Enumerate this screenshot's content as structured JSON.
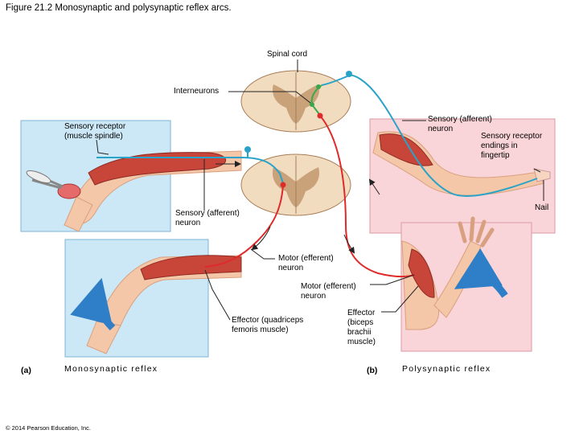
{
  "figure": {
    "title": "Figure 21.2 Monosynaptic and polysynaptic reflex arcs.",
    "copyright": "© 2014 Pearson Education, Inc."
  },
  "labels": {
    "spinal_cord": "Spinal cord",
    "interneurons": "Interneurons",
    "sensory_receptor_muscle_spindle": [
      "Sensory receptor",
      "(muscle spindle)"
    ],
    "sensory_afferent_neuron_a": [
      "Sensory (afferent)",
      "neuron"
    ],
    "motor_efferent_neuron_a": [
      "Motor (efferent)",
      "neuron"
    ],
    "effector_quadriceps": [
      "Effector (quadriceps",
      "femoris muscle)"
    ],
    "sensory_afferent_neuron_b": [
      "Sensory (afferent)",
      "neuron"
    ],
    "sensory_receptor_fingertip": [
      "Sensory receptor",
      "endings in",
      "fingertip"
    ],
    "nail": "Nail",
    "motor_efferent_neuron_b": [
      "Motor (efferent)",
      "neuron"
    ],
    "effector_biceps": [
      "Effector",
      "(biceps",
      "brachii",
      "muscle)"
    ]
  },
  "panels": {
    "a": {
      "letter": "(a)",
      "caption": "Monosynaptic reflex"
    },
    "b": {
      "letter": "(b)",
      "caption": "Polysynaptic reflex"
    }
  },
  "colors": {
    "panel_a_bg": "#cce8f7",
    "panel_b_bg": "#f9d4d8",
    "sensory_neuron": "#2aa3c8",
    "motor_neuron": "#e02a2a",
    "interneuron": "#3aa84a",
    "spinal_cord": "#f1dcc0",
    "gray_matter": "#c9a27a",
    "muscle": "#c8453a",
    "skin": "#f4c7a8",
    "motion_arrow": "#2f7fc8"
  }
}
